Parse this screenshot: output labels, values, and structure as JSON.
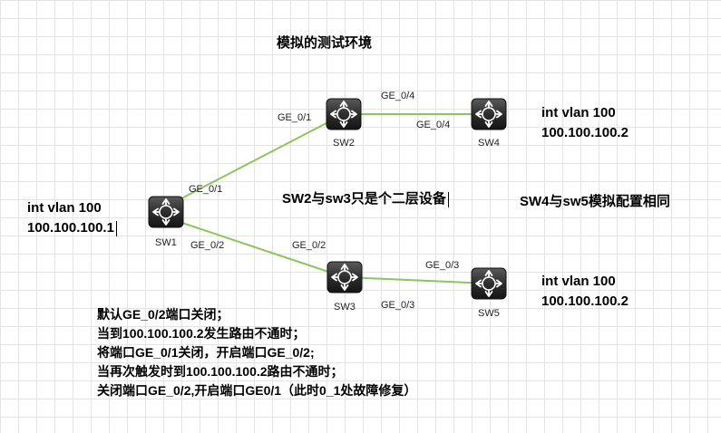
{
  "title": "模拟的测试环境",
  "labels": {
    "sw1_config": [
      "int vlan 100",
      "100.100.100.1"
    ],
    "sw4_config": [
      "int vlan 100",
      "100.100.100.2"
    ],
    "sw5_config": [
      "int vlan 100",
      "100.100.100.2"
    ],
    "layer2_note": "SW2与sw3只是个二层设备",
    "same_config_note": "SW4与sw5模拟配置相同"
  },
  "switches": [
    {
      "id": "sw1",
      "name": "SW1"
    },
    {
      "id": "sw2",
      "name": "SW2"
    },
    {
      "id": "sw3",
      "name": "SW3"
    },
    {
      "id": "sw4",
      "name": "SW4"
    },
    {
      "id": "sw5",
      "name": "SW5"
    }
  ],
  "links": [
    {
      "from": "sw1",
      "to": "sw2",
      "port_from": "GE_0/1",
      "port_to": "GE_0/1"
    },
    {
      "from": "sw1",
      "to": "sw3",
      "port_from": "GE_0/2",
      "port_to": "GE_0/2"
    },
    {
      "from": "sw2",
      "to": "sw4",
      "port_from": "GE_0/4",
      "port_to": "GE_0/4"
    },
    {
      "from": "sw3",
      "to": "sw5",
      "port_from": "GE_0/3",
      "port_to": "GE_0/3"
    }
  ],
  "notes": [
    "默认GE_0/2端口关闭；",
    "当到100.100.100.2发生路由不通时；",
    "将端口GE_0/1关闭，开启端口GE_0/2;",
    "当再次触发时到100.100.100.2路由不通时；",
    "关闭端口GE_0/2,开启端口GE0/1（此时0_1处故障修复）"
  ],
  "colors": {
    "link": "#8dc45e",
    "switch_body": "#2a2a2a"
  }
}
